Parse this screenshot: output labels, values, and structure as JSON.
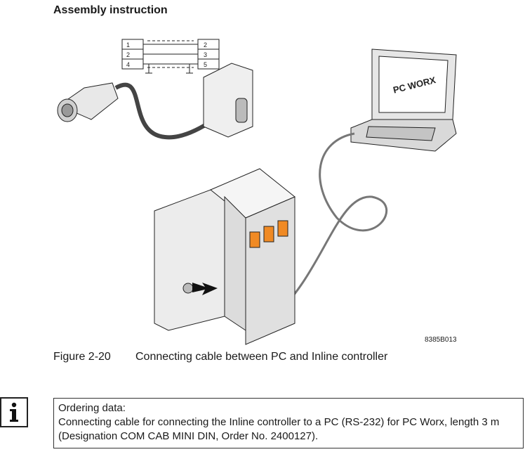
{
  "section": {
    "title": "Assembly instruction"
  },
  "figure": {
    "code": "8385B013",
    "number": "Figure 2-20",
    "caption": "Connecting cable between PC and Inline controller",
    "laptop_screen_text": "PC WORX",
    "pinout": {
      "left": [
        "1",
        "2",
        "4"
      ],
      "right": [
        "2",
        "3",
        "5"
      ]
    }
  },
  "note": {
    "icon": "info-icon",
    "heading": "Ordering data:",
    "text": "Connecting cable for connecting the Inline controller to a PC (RS-232) for PC Worx, length 3 m (Designation COM CAB MINI DIN, Order No. 2400127)."
  }
}
